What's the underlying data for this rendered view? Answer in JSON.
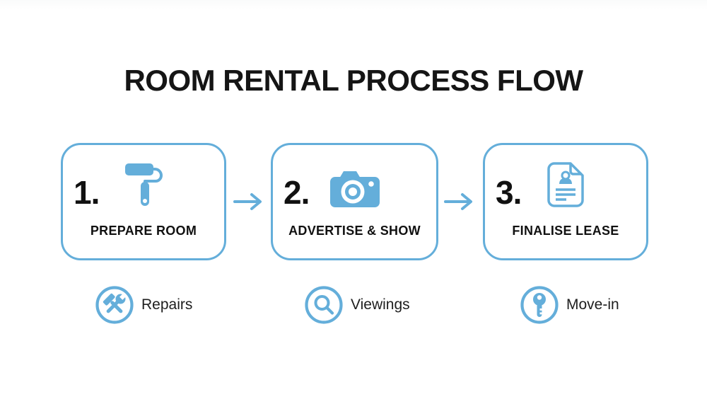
{
  "title": "ROOM RENTAL PROCESS FLOW",
  "colors": {
    "accent": "#64AEDA",
    "text": "#161616",
    "background": "#ffffff"
  },
  "steps": [
    {
      "number": "1.",
      "label": "PREPARE ROOM",
      "icon": "paint-roller-icon"
    },
    {
      "number": "2.",
      "label": "ADVERTISE & SHOW",
      "icon": "camera-icon"
    },
    {
      "number": "3.",
      "label": "FINALISE LEASE",
      "icon": "lease-document-icon"
    }
  ],
  "arrows": [
    {
      "icon": "right-arrow-icon"
    },
    {
      "icon": "right-arrow-icon"
    }
  ],
  "legend": [
    {
      "label": "Repairs",
      "icon": "tools-icon"
    },
    {
      "label": "Viewings",
      "icon": "magnifier-icon"
    },
    {
      "label": "Move-in",
      "icon": "key-icon"
    }
  ]
}
